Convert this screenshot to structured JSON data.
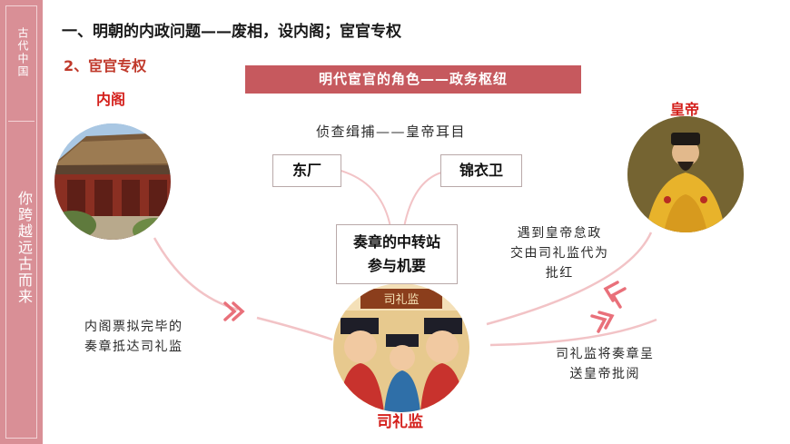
{
  "sidebar": {
    "series_title": "古代中国",
    "slogan": "你跨越远古而来"
  },
  "header": {
    "title": "一、明朝的内政问题——废相，设内阁；宦官专权",
    "subtitle": "2、宦官专权"
  },
  "banner": {
    "text": "明代宦官的角色——政务枢纽"
  },
  "nodes": {
    "neige": {
      "label": "内阁"
    },
    "emperor": {
      "label": "皇帝"
    },
    "silijian": {
      "label": "司礼监",
      "sign_text": "司礼监"
    },
    "dongchang": {
      "label": "东厂"
    },
    "jinyiwei": {
      "label": "锦衣卫"
    },
    "center": {
      "line1": "奏章的中转站",
      "line2": "参与机要"
    }
  },
  "annotations": {
    "spy": "侦查缉捕——皇帝耳目",
    "left_note": {
      "line1": "内阁票拟完毕的",
      "line2": "奏章抵达司礼监"
    },
    "right_top": {
      "line1": "遇到皇帝怠政",
      "line2": "交由司礼监代为",
      "line3": "批红"
    },
    "right_bottom": {
      "line1": "司礼监将奏章呈",
      "line2": "送皇帝批阅"
    }
  },
  "colors": {
    "sidebar": "#d98f96",
    "banner": "#c6595e",
    "accent_red": "#d4201c",
    "chevron": "#e9707a",
    "curve": "#f2c3c6"
  }
}
